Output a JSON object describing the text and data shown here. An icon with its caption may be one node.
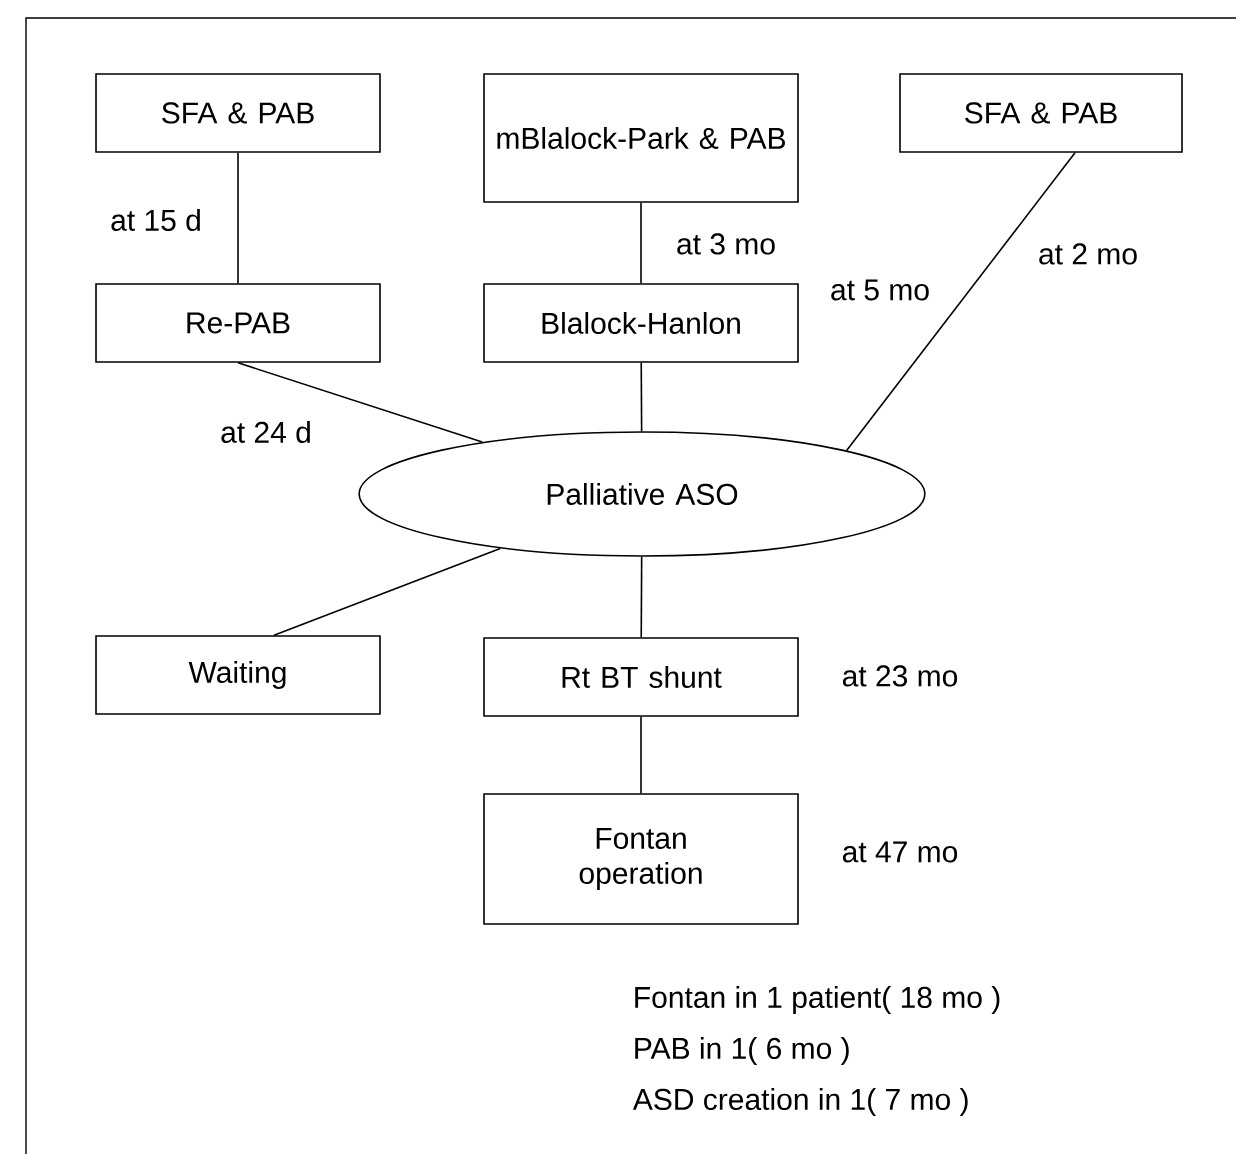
{
  "diagram": {
    "nodes": [
      {
        "text": [
          "SFA & PAB"
        ]
      },
      {
        "text": [
          "mBlalock-Park & PAB"
        ]
      },
      {
        "text": [
          "SFA & PAB"
        ]
      },
      {
        "text": [
          "Re-PAB"
        ]
      },
      {
        "text": [
          "Blalock-Hanlon"
        ],
        "beside": [
          "at 5 mo"
        ]
      },
      {
        "text": [
          "Palliative ASO"
        ]
      },
      {
        "text": [
          "Waiting"
        ]
      },
      {
        "text": [
          "Rt BT shunt"
        ],
        "beside": [
          "at 23 mo"
        ]
      },
      {
        "text": [
          "Fontan operation"
        ],
        "beside": [
          "at 47 mo"
        ]
      }
    ],
    "edges": [
      {
        "from": 0,
        "to": 3,
        "arrow": "none",
        "label": "at 15 d"
      },
      {
        "from": 1,
        "to": 4,
        "arrow": "none",
        "label": "at 3 mo"
      },
      {
        "from": 2,
        "to": 5,
        "arrow": "none",
        "label": "at 2 mo"
      },
      {
        "from": 3,
        "to": 5,
        "arrow": "none",
        "label": "at 24 d"
      },
      {
        "from": 4,
        "to": 5,
        "arrow": "none"
      },
      {
        "from": 5,
        "to": 6,
        "arrow": "none"
      },
      {
        "from": 5,
        "to": 7,
        "arrow": "none"
      },
      {
        "from": 7,
        "to": 8,
        "arrow": "none"
      }
    ],
    "labels": [
      "Fontan in 1 patient( 18 mo )",
      "PAB in 1( 6 mo )",
      "ASD creation in 1( 7 mo )"
    ]
  }
}
